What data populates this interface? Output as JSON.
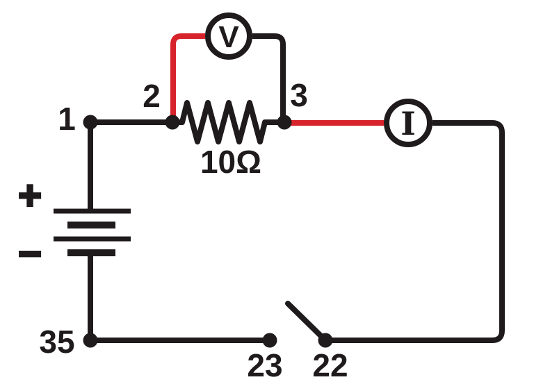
{
  "diagram": {
    "kind": "electrical-circuit",
    "colors": {
      "background": "#ffffff",
      "wire": "#1f1a1b",
      "highlight": "#d7232b"
    },
    "nodes": {
      "n1": {
        "label": "1"
      },
      "n2": {
        "label": "2"
      },
      "n3": {
        "label": "3"
      },
      "n35": {
        "label": "35"
      },
      "n23": {
        "label": "23"
      },
      "n22": {
        "label": "22"
      }
    },
    "components": {
      "resistor": {
        "value": "10Ω"
      },
      "voltmeter": {
        "label": "V"
      },
      "ammeter": {
        "label": "I"
      },
      "battery": {
        "positive": "+",
        "negative": "−"
      },
      "switch": {
        "state": "open"
      }
    }
  }
}
